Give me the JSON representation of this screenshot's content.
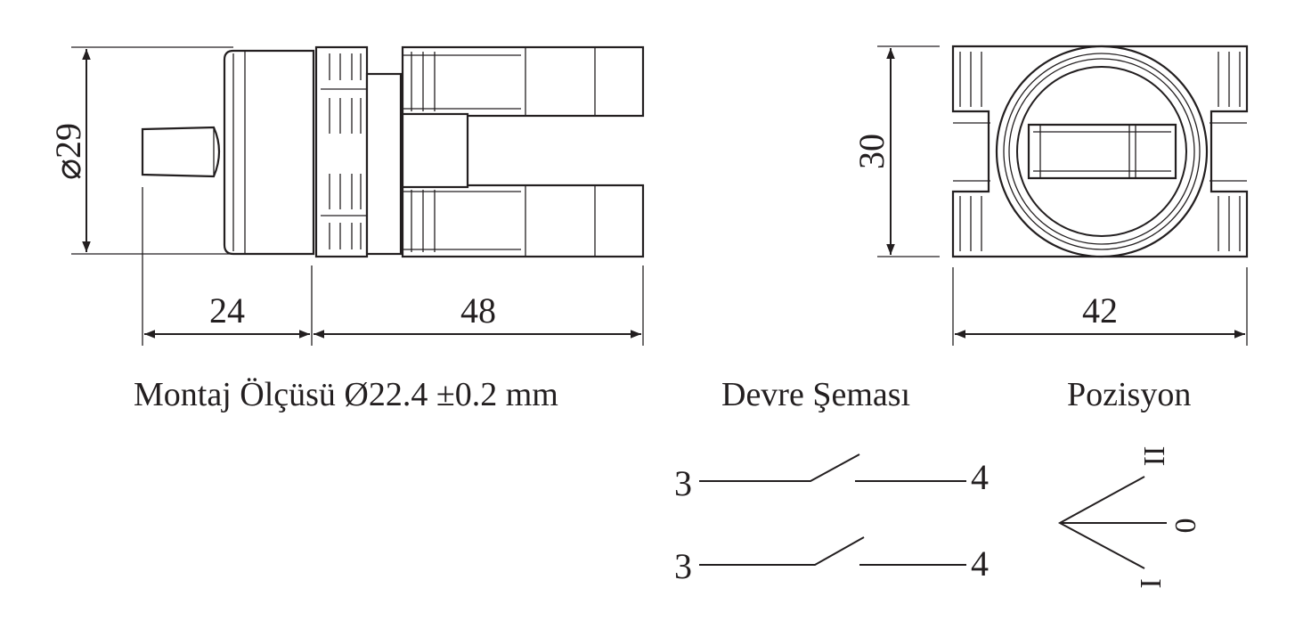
{
  "side_view": {
    "diameter_label": "⌀29",
    "shaft_length_label": "24",
    "body_length_label": "48"
  },
  "front_view": {
    "height_label": "30",
    "width_label": "42"
  },
  "mounting_label": "Montaj Ölçüsü Ø22.4 ±0.2 mm",
  "circuit": {
    "title": "Devre Şeması",
    "contacts": [
      {
        "from": "3",
        "to": "4"
      },
      {
        "from": "3",
        "to": "4"
      }
    ]
  },
  "position": {
    "title": "Pozisyon",
    "labels": [
      "II",
      "0",
      "I"
    ]
  }
}
